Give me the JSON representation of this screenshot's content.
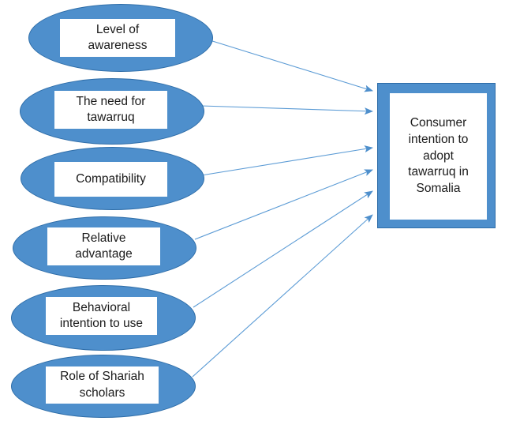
{
  "diagram": {
    "type": "conceptual-framework",
    "title": "",
    "background_color": "#FFFFFF",
    "shape_fill_color": "#4E8FCC",
    "shape_border_color": "#2E6DA8",
    "label_box_fill": "#FFFFFF",
    "label_text_color": "#1A1A1A",
    "arrow_color": "#4E8FCC",
    "determinants": [
      {
        "id": "level-of-awareness",
        "label": "Level of\nawareness",
        "shape": "ellipse"
      },
      {
        "id": "the-need-for-tawarruq",
        "label": "The need for\ntawarruq",
        "shape": "ellipse"
      },
      {
        "id": "compatibility",
        "label": "Compatibility",
        "shape": "ellipse"
      },
      {
        "id": "relative-advantage",
        "label": "Relative\nadvantage",
        "shape": "ellipse"
      },
      {
        "id": "behavioral-intention-to-use",
        "label": "Behavioral\nintention to use",
        "shape": "ellipse"
      },
      {
        "id": "role-of-shariah-scholars",
        "label": "Role of Shariah\nscholars",
        "shape": "ellipse"
      }
    ],
    "outcome": {
      "id": "consumer-intention",
      "label": "Consumer\nintention to\nadopt\ntawarruq in\nSomalia",
      "shape": "rectangle"
    },
    "arrows": [
      {
        "from": "level-of-awareness",
        "to": "consumer-intention"
      },
      {
        "from": "the-need-for-tawarruq",
        "to": "consumer-intention"
      },
      {
        "from": "compatibility",
        "to": "consumer-intention"
      },
      {
        "from": "relative-advantage",
        "to": "consumer-intention"
      },
      {
        "from": "behavioral-intention-to-use",
        "to": "consumer-intention"
      },
      {
        "from": "role-of-shariah-scholars",
        "to": "consumer-intention"
      }
    ]
  }
}
